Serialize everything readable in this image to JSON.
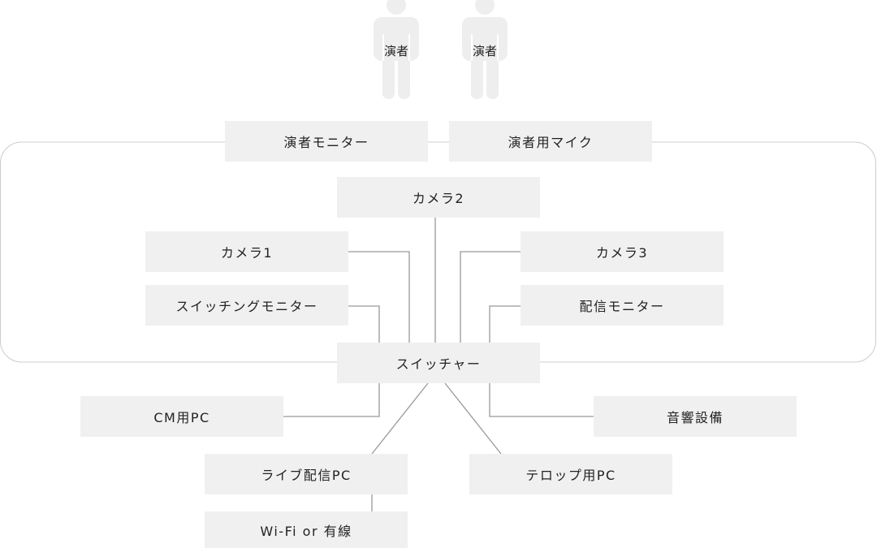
{
  "performers": [
    {
      "label": "演者"
    },
    {
      "label": "演者"
    }
  ],
  "nodes": {
    "performer_monitor": "演者モニター",
    "performer_mic": "演者用マイク",
    "camera2": "カメラ2",
    "camera1": "カメラ1",
    "camera3": "カメラ3",
    "switching_monitor": "スイッチングモニター",
    "distribution_monitor": "配信モニター",
    "switcher": "スイッチャー",
    "cm_pc": "CM用PC",
    "audio": "音響設備",
    "live_pc": "ライブ配信PC",
    "telop_pc": "テロップ用PC",
    "network": "Wi-Fi or 有線"
  },
  "colors": {
    "box": "#f0f0f0",
    "line": "#999999",
    "frame": "#cccccc",
    "person": "#eeeeee"
  }
}
